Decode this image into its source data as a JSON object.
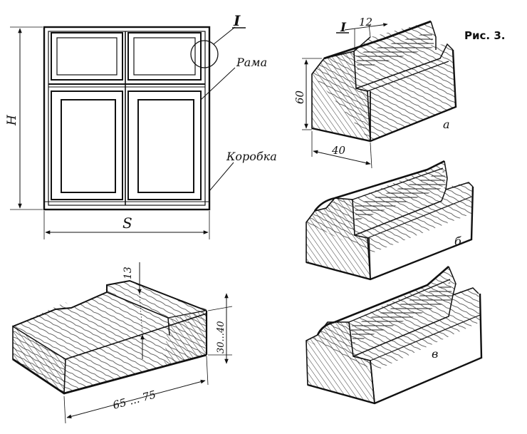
{
  "figure": {
    "title": "Рис. 3.",
    "window": {
      "height_label": "H",
      "width_label": "S",
      "detail_marker": "I",
      "sash_label": "Рама",
      "frame_label": "Коробка"
    },
    "profile_a": {
      "detail_marker": "I",
      "rebate_width": "12",
      "height": "60",
      "width": "40",
      "variant_label": "а"
    },
    "profile_b": {
      "variant_label": "б"
    },
    "profile_v": {
      "variant_label": "в"
    },
    "blank": {
      "rebate_depth": "13",
      "thickness": "30...40",
      "width": "65 ... 75"
    },
    "colors": {
      "ink": "#111111",
      "paper": "#ffffff"
    }
  }
}
